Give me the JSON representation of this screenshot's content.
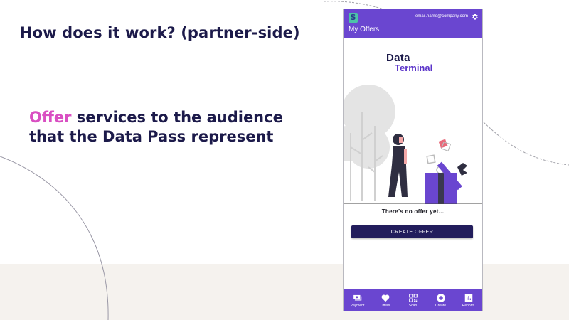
{
  "slide": {
    "title": "How does it work? (partner-side)",
    "subtitle_accent": "Offer",
    "subtitle_line1_rest": " services to the audience",
    "subtitle_line2": "that the Data Pass represent"
  },
  "app": {
    "logo_letter": "S",
    "email": "email.name@company.com",
    "title": "My Offers",
    "brand_top": "Data",
    "brand_bottom": "Terminal",
    "empty_state": "There’s no offer yet...",
    "create_button": "CREATE OFFER",
    "nav": [
      {
        "label": "Payment",
        "icon": "payment-icon"
      },
      {
        "label": "Offers",
        "icon": "heart-icon"
      },
      {
        "label": "Scan",
        "icon": "qr-code-icon"
      },
      {
        "label": "Create",
        "icon": "plus-circle-icon"
      },
      {
        "label": "Reports",
        "icon": "bar-chart-icon"
      }
    ]
  },
  "colors": {
    "primary": "#6a46d0",
    "dark": "#1c1a4a",
    "accent": "#d94fc2",
    "button": "#221d5c",
    "band": "#f5f2ee"
  }
}
